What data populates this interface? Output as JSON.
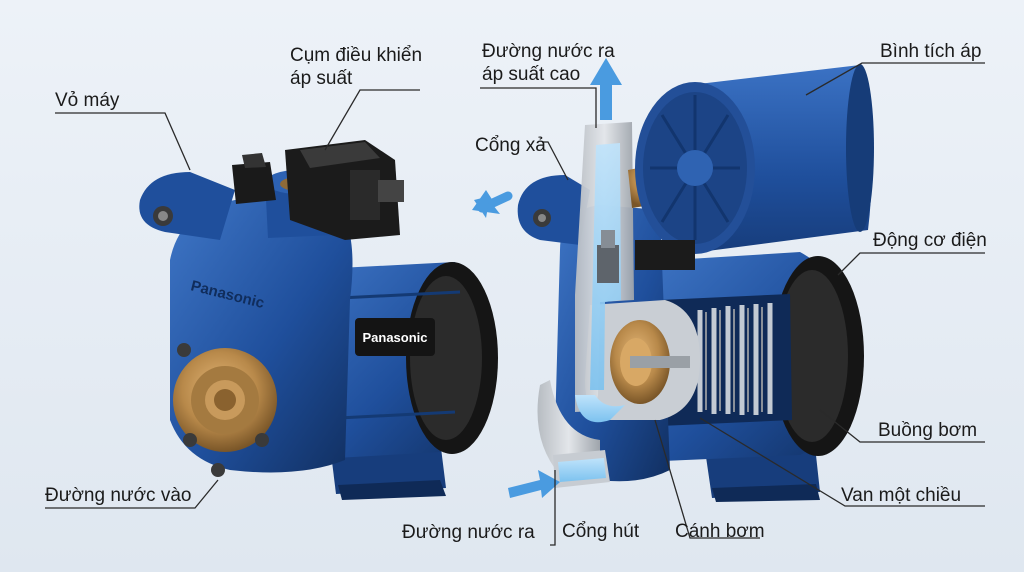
{
  "brand": {
    "logo_text": "Panasonic"
  },
  "labels": {
    "vo_may": "Vỏ máy",
    "cum_dieu_khien_1": "Cụm điều khiển",
    "cum_dieu_khien_2": "áp suất",
    "duong_nuoc_ra_ap_cao_1": "Đường nước ra",
    "duong_nuoc_ra_ap_cao_2": "áp suất cao",
    "cong_xa": "Cổng xả",
    "binh_tich_ap": "Bình tích áp",
    "dong_co_dien": "Động cơ điện",
    "buong_bom": "Buồng bơm",
    "van_mot_chieu": "Van một chiều",
    "canh_bom": "Cánh bơm",
    "cong_hut": "Cổng hút",
    "duong_nuoc_ra": "Đường nước ra",
    "duong_nuoc_vao": "Đường nước vào"
  },
  "colors": {
    "pump_blue": "#1f4f9c",
    "pump_blue_dark": "#123466",
    "pump_blue_light": "#3d73c4",
    "brass": "#b8894a",
    "arrow_blue": "#4a9be0",
    "leader_line": "#2a2a2a"
  }
}
